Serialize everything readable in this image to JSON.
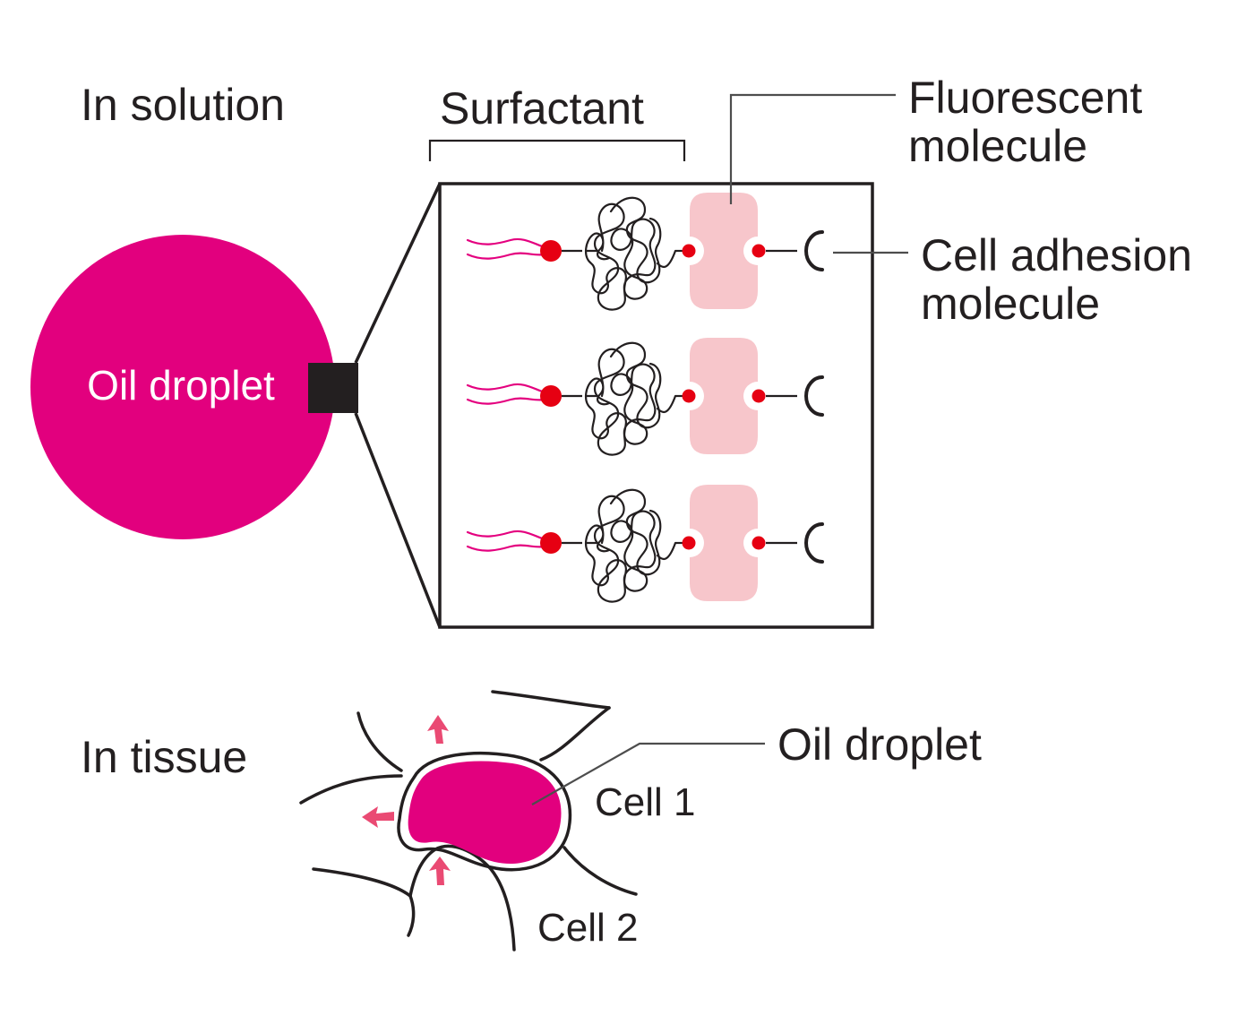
{
  "colors": {
    "droplet": "#e2007e",
    "fluor": "#f7c6cb",
    "dot": "#e60012",
    "tail": "#e4007f",
    "ink": "#231f20",
    "arrow": "#ea4a73"
  },
  "solution": {
    "title": "In solution",
    "droplet_label": "Oil droplet",
    "surfactant_label": "Surfactant",
    "fluor_label_line1": "Fluorescent",
    "fluor_label_line2": "molecule",
    "adhesion_label_line1": "Cell adhesion",
    "adhesion_label_line2": "molecule"
  },
  "tissue": {
    "title": "In tissue",
    "droplet_label": "Oil droplet",
    "cell1_label": "Cell 1",
    "cell2_label": "Cell 2"
  }
}
